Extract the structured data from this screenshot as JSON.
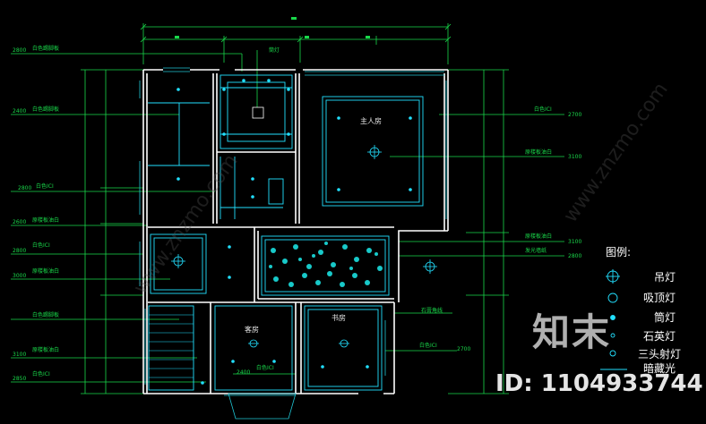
{
  "plan": {
    "top_label": "筒灯",
    "rooms": {
      "master": "主人房",
      "guest": "客房",
      "study": "书房"
    },
    "left_notes": [
      {
        "num": "2800",
        "text": "白色踢脚板"
      },
      {
        "num": "2400",
        "text": "白色踢脚板"
      },
      {
        "num": "2800",
        "text": "白色ICI"
      },
      {
        "num": "2600",
        "text": "原楼板油白"
      },
      {
        "num": "2800",
        "text": "白色ICI"
      },
      {
        "num": "3000",
        "text": "原楼板油白"
      },
      {
        "num": "",
        "text": "白色踢脚板"
      },
      {
        "num": "3100",
        "text": "原楼板油白"
      },
      {
        "num": "2850",
        "text": "白色ICI"
      }
    ],
    "right_notes": [
      {
        "num": "2700",
        "text": "白色ICI"
      },
      {
        "num": "3100",
        "text": "原楼板油白"
      },
      {
        "num": "3100",
        "text": "原楼板油白"
      },
      {
        "num": "2800",
        "text": "发光墙纸"
      }
    ],
    "bottom_notes": [
      {
        "num": "",
        "text": "石膏角线"
      },
      {
        "num": "2700",
        "text": "白色ICI"
      },
      {
        "num": "2400",
        "text": "白色ICI"
      }
    ]
  },
  "legend": {
    "title": "图例:",
    "items": [
      "吊灯",
      "吸顶灯",
      "筒灯",
      "石英灯",
      "三头射灯",
      "暗藏光"
    ]
  },
  "watermark": {
    "logo_text": "知末",
    "id_text": "ID: 1104933744",
    "diag_text": "www.znzmo.com"
  },
  "colors": {
    "background": "#000000",
    "wall": "#ffffff",
    "dimension": "#19d84a",
    "fixture": "#22e0ff",
    "pattern": "#18c9c9"
  }
}
